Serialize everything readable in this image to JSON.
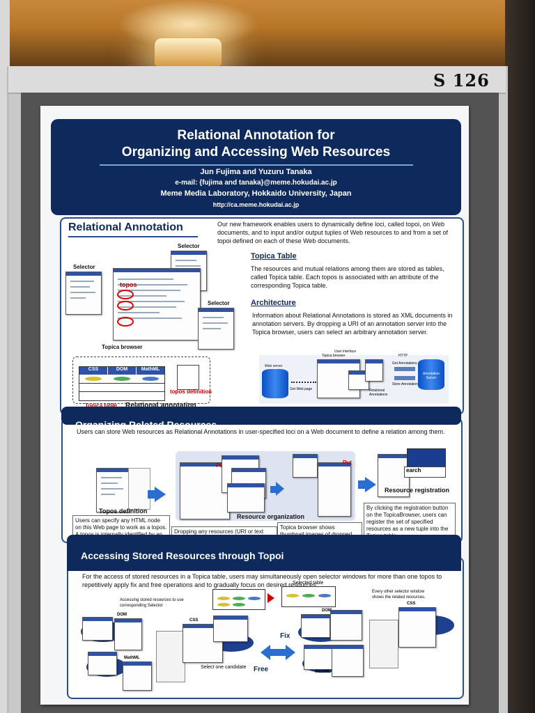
{
  "booth": {
    "number": "S 126"
  },
  "poster": {
    "title": "Relational Annotation for\nOrganizing and Accessing Web Resources",
    "authors": "Jun Fujima and Yuzuru Tanaka",
    "email": "e-mail: {fujima and tanaka}@meme.hokudai.ac.jp",
    "affiliation": "Meme Media Laboratory, Hokkaido University, Japan",
    "url": "http://ca.meme.hokudai.ac.jp"
  },
  "section1": {
    "title": "Relational Annotation",
    "intro": "Our new framework enables users to dynamically define loci, called topoi, on Web documents, and to input and/or output tuples of Web resources to and from a set of topoi defined on each of these Web documents.",
    "topica_table_heading": "Topica Table",
    "topica_table_text": "The resources and mutual relations among them are stored as tables, called Topica table. Each topos is associated with an attribute of the corresponding Topica table.",
    "architecture_heading": "Architecture",
    "architecture_text": "Information about Relational Annotations is stored as XML documents in annotation servers. By dropping a URI of an annotation server into the Topica browser, users can select an arbitrary annotation server.",
    "fig_labels": {
      "selector_left": "Selector",
      "selector_top": "Selector",
      "selector_right": "Selector",
      "topos": "topos",
      "topica_browser": "Topica browser",
      "topica_table": "Topica table",
      "relational_annotation": "Relational annotation",
      "topos_definition": "topos definition",
      "col_css": "CSS",
      "col_dom": "DOM",
      "col_mathml": "MathML"
    },
    "arch_labels": {
      "web_server": "Web server",
      "get_web_page": "Get Web page",
      "user_interface": "User interface",
      "topica_browser": "Topica browser",
      "http": "HTTP",
      "get_annotations": "Get Annotations",
      "store_annotations": "Store Annotations",
      "annotation_server": "Annotation Server",
      "relational_annotations": "Relational Annotations"
    }
  },
  "section2": {
    "title": "Organizing Related Resources",
    "intro": "Users can store Web resources as Relational Annotations in user-specified loci on a Web document to define a relation among them.",
    "topos_definition": "Topos definition",
    "resource_organization": "Resource organization",
    "resource_registration": "Resource registration",
    "caption1": "Users can specify any HTML node on this Web page to work as a topos. A topos is internally identified by an XPath expression.",
    "caption2": "Dropping any resources (URI or text string) to store a tuple in a Topica table",
    "caption3": "Topica browser shows thumbnail images of dropped resources.",
    "caption4": "By clicking the registration button on the TopicaBrowser, users can register the set of specified resources as a new tuple into the Topica table.",
    "put_label": "Put",
    "search_label": "earch"
  },
  "section3": {
    "title": "Accessing Stored Resources through Topoi",
    "intro": "For the access of stored resources in a Topica table, users may simultaneously open selector windows for more than one topos to repetitively apply fix and free operations and to gradually focus on desired resources.",
    "accessing_caption": "Accessing stored resources to use corresponding Selector",
    "selected_table": "Selected table",
    "every_other": "Every other selector window shows the related resources.",
    "select_one": "Select one candidate",
    "fix": "Fix",
    "free": "Free",
    "dom": "DOM",
    "css": "CSS",
    "mathml": "MathML"
  },
  "colors": {
    "navy": "#0e2a5c",
    "accent_blue": "#2a6fd0",
    "link_blue": "#1a5fd0",
    "highlight_red": "#c00000"
  }
}
